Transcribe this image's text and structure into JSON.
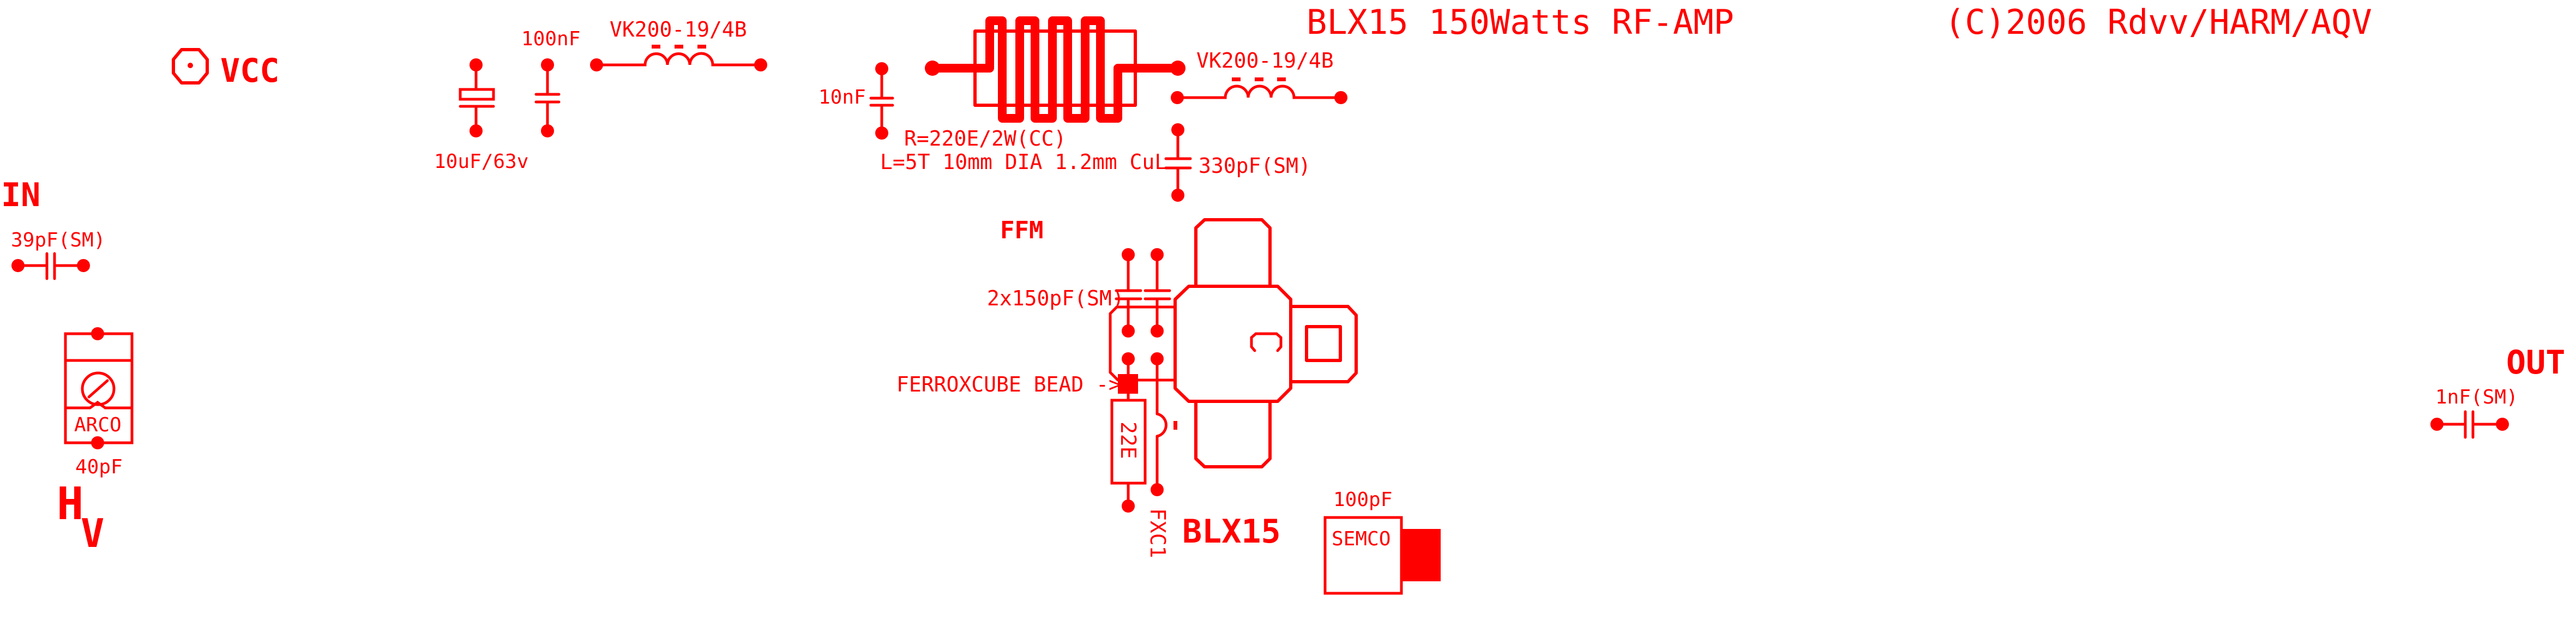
{
  "title": "BLX15 150Watts RF-AMP",
  "copyright": "(C)2006 Rdvv/HARM/AQV",
  "colors": {
    "trace": "#ff0000",
    "background": "#ffffff"
  },
  "labels": {
    "vcc": "VCC",
    "in": "IN",
    "out": "OUT",
    "hv_h": "H",
    "hv_v": "V",
    "ffm": "FFM",
    "blx15": "BLX15",
    "ferroxcube_bead": "FERROXCUBE BEAD ->",
    "transistor_pin": "C",
    "choke_r": "R=220E/2W(CC)",
    "choke_l": "L=5T 10mm DIA 1.2mm CuL"
  },
  "components": {
    "c_in": {
      "value": "39pF(SM)"
    },
    "trimmer": {
      "value": "40pF",
      "brand": "ARCO"
    },
    "c_elec": {
      "value": "10uF/63v"
    },
    "c_100n": {
      "value": "100nF"
    },
    "l_vk1": {
      "value": "VK200-19/4B"
    },
    "c_10n": {
      "value": "10nF"
    },
    "l_vk2": {
      "value": "VK200-19/4B"
    },
    "c_330p": {
      "value": "330pF(SM)"
    },
    "c_2x150p": {
      "value": "2x150pF(SM)"
    },
    "r_22e": {
      "value": "22E"
    },
    "fxc1": {
      "value": "FXC1"
    },
    "c_semco": {
      "value": "100pF",
      "brand": "SEMCO"
    },
    "c_out": {
      "value": "1nF(SM)"
    }
  }
}
